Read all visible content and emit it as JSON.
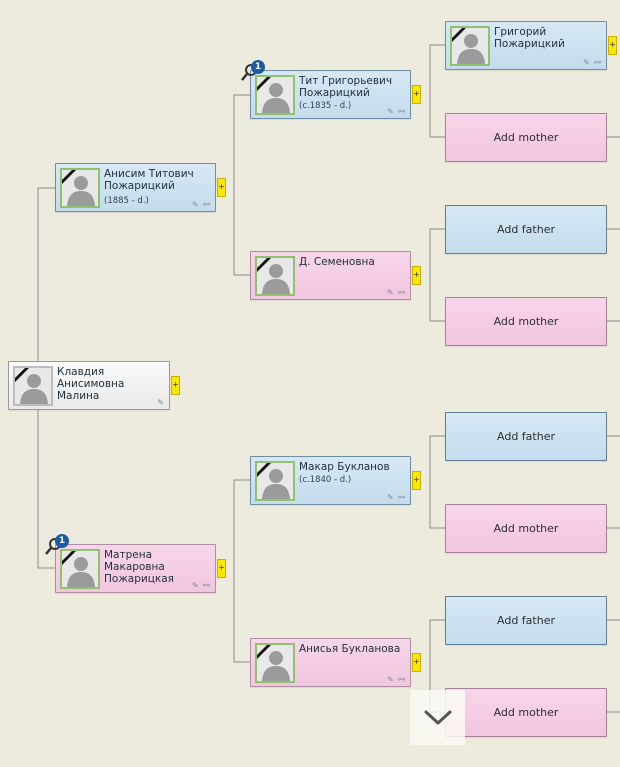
{
  "tree": {
    "root": {
      "name": "Клавдия Анисимовна Малина",
      "expand_label": "+"
    },
    "father": {
      "name": "Анисим Титович Пожарицкий",
      "dates": "(1885 -  d.)",
      "expand_label": "+"
    },
    "mother": {
      "name": "Матрена Макаровна Пожарицкая",
      "expand_label": "+",
      "badge": "1"
    },
    "ff": {
      "name": "Тит Григорьевич Пожарицкий",
      "dates": "(c.1835 -  d.)",
      "expand_label": "+",
      "badge": "1"
    },
    "fm": {
      "name": "Д. Семеновна",
      "expand_label": "+"
    },
    "mf": {
      "name": "Макар Букланов",
      "dates": "(c.1840 -  d.)",
      "expand_label": "+"
    },
    "mm": {
      "name": "Анисья Букланова",
      "expand_label": "+"
    },
    "fff": {
      "name": "Григорий Пожарицкий",
      "expand_label": "+"
    },
    "ffm": {
      "label": "Add mother"
    },
    "fmf": {
      "label": "Add father"
    },
    "fmm": {
      "label": "Add mother"
    },
    "mff": {
      "label": "Add father"
    },
    "mfm": {
      "label": "Add mother"
    },
    "mmf": {
      "label": "Add father"
    },
    "mmm": {
      "label": "Add mother"
    }
  },
  "colors": {
    "male": "#c4dced",
    "female": "#f1c5de",
    "background": "#ecebdd",
    "expand": "#ffe600",
    "badge": "#1a5ba8"
  },
  "icons": {
    "scroll_down": "chevron-down-icon",
    "edit": "pencil-icon",
    "tree": "tree-icon",
    "photo": "silhouette-icon",
    "deceased": "mourning-ribbon-icon",
    "search": "magnifier-icon"
  }
}
